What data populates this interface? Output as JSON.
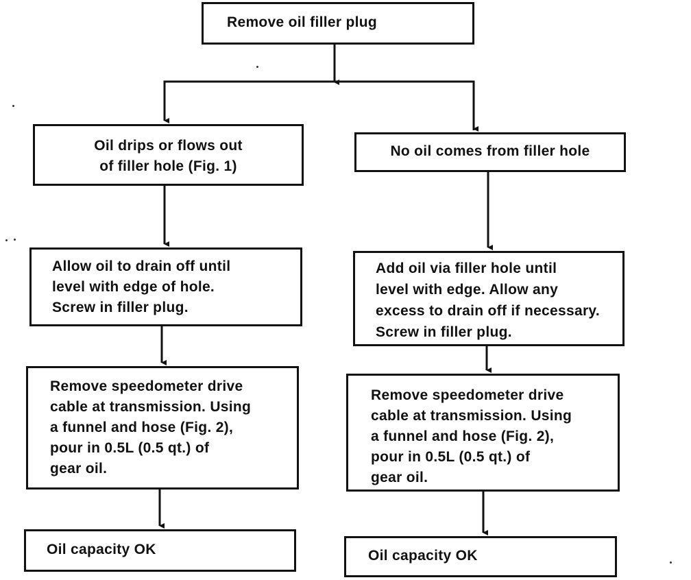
{
  "flowchart": {
    "start": {
      "text": "Remove oil filler plug"
    },
    "left_branch": {
      "condition": {
        "line1": "Oil drips or flows out",
        "line2": "of filler hole  (Fig. 1)"
      },
      "action": {
        "line1": "Allow oil to drain off until",
        "line2": "level with edge of hole.",
        "line3": "Screw in filler plug."
      },
      "speedometer_step": {
        "line1": "Remove speedometer drive",
        "line2": "cable at transmission. Using",
        "line3": "a funnel and hose (Fig. 2),",
        "line4": "pour in  0.5L (0.5 qt.) of",
        "line5": "gear oil."
      },
      "result": {
        "text": "Oil capacity OK"
      }
    },
    "right_branch": {
      "condition": {
        "text": "No oil comes from filler hole"
      },
      "action": {
        "line1": "Add oil via filler hole until",
        "line2": "level with edge.  Allow any",
        "line3": "excess to drain off if necessary.",
        "line4": "Screw in filler plug."
      },
      "speedometer_step": {
        "line1": "Remove speedometer drive",
        "line2": "cable at transmission. Using",
        "line3": "a funnel and hose (Fig. 2),",
        "line4": "pour in 0.5L (0.5 qt.) of",
        "line5": "gear oil."
      },
      "result": {
        "text": "Oil capacity OK"
      }
    }
  }
}
